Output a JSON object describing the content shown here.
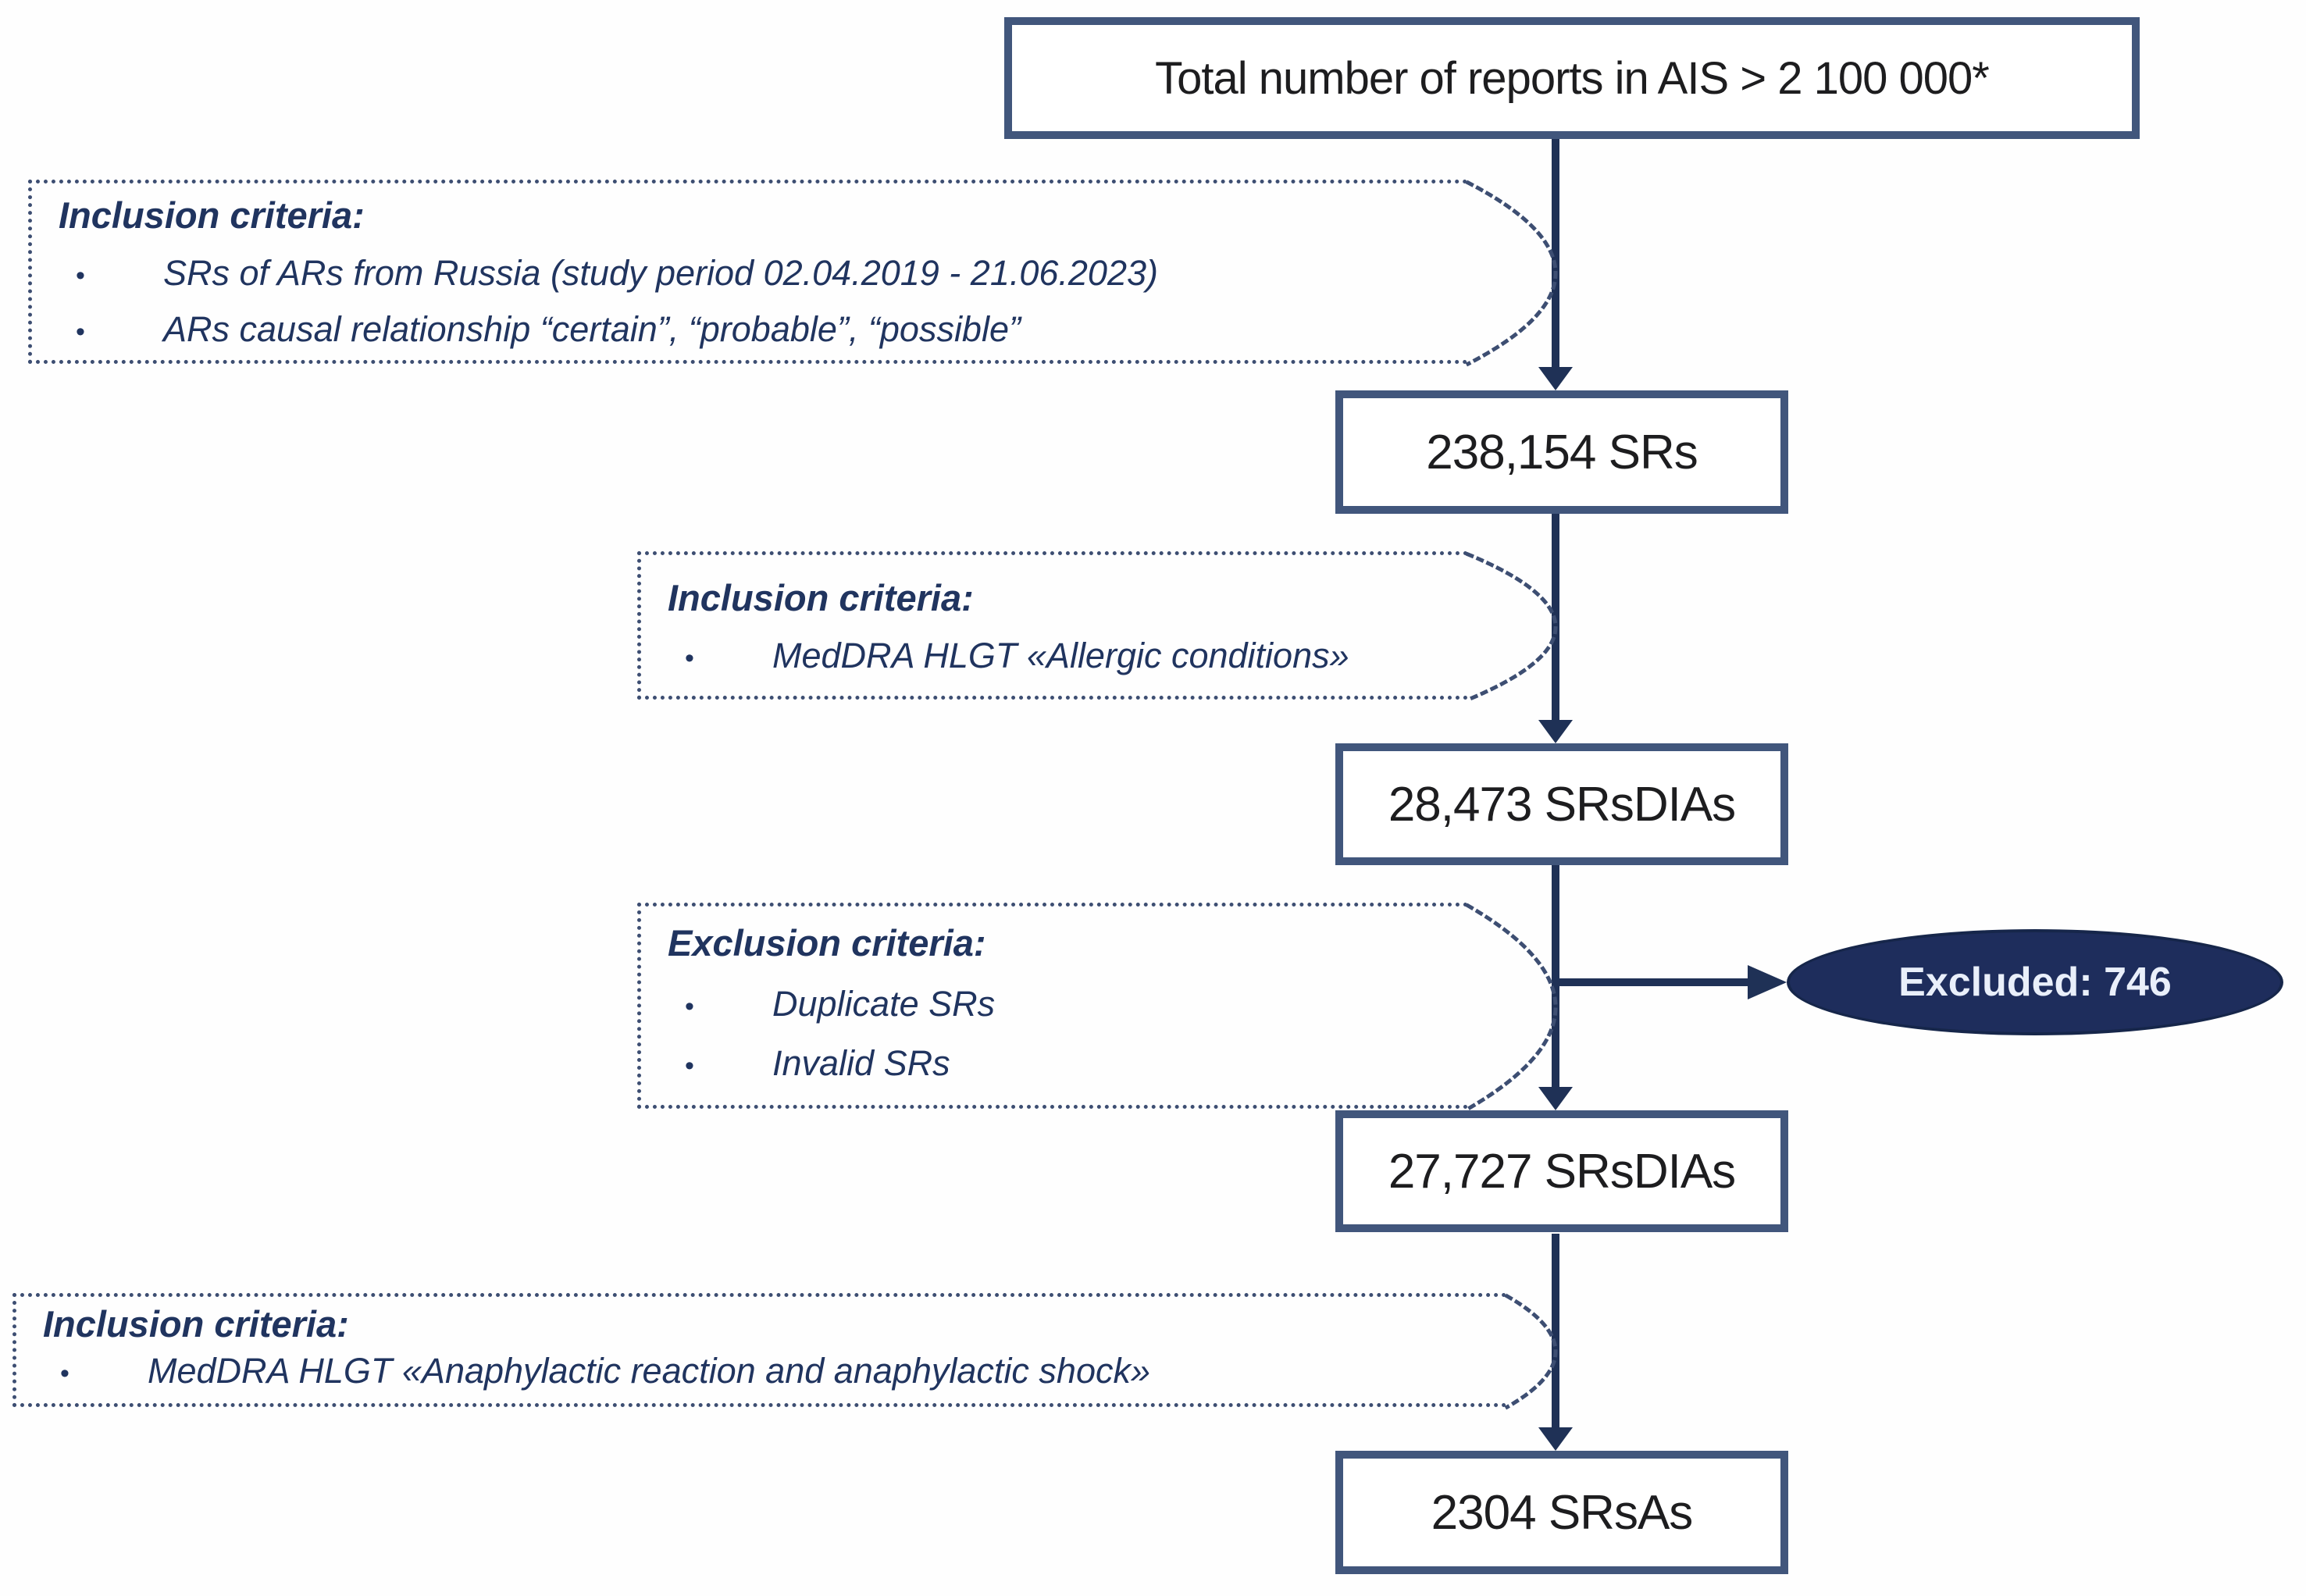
{
  "diagram": {
    "top_box": {
      "label": "Total number of reports in AIS > 2 100 000*"
    },
    "boxes": [
      {
        "label": "238,154 SRs"
      },
      {
        "label": "28,473 SRsDIAs"
      },
      {
        "label": "27,727 SRsDIAs"
      },
      {
        "label": "2304 SRsAs"
      }
    ],
    "callouts": [
      {
        "header": "Inclusion criteria:",
        "items": [
          "SRs of ARs from Russia (study period 02.04.2019 - 21.06.2023)",
          "ARs causal relationship “certain”, “probable”, “possible”"
        ]
      },
      {
        "header": "Inclusion criteria:",
        "items": [
          "MedDRA HLGT «Allergic conditions»"
        ]
      },
      {
        "header": "Exclusion criteria:",
        "items": [
          "Duplicate SRs",
          "Invalid SRs"
        ]
      },
      {
        "header": "Inclusion criteria:",
        "items": [
          "MedDRA HLGT «Anaphylactic reaction and anaphylactic shock»"
        ]
      }
    ],
    "excluded": {
      "label": "Excluded: 746"
    },
    "bullet": "•",
    "colors": {
      "box_border": "#41567C",
      "connector": "#1F3156",
      "dotted_border": "#3D4E72",
      "callout_text": "#20345F",
      "ellipse_fill": "#1E2D5C",
      "ellipse_text": "#E9EFFA",
      "box_text": "#1D1D1F"
    }
  }
}
